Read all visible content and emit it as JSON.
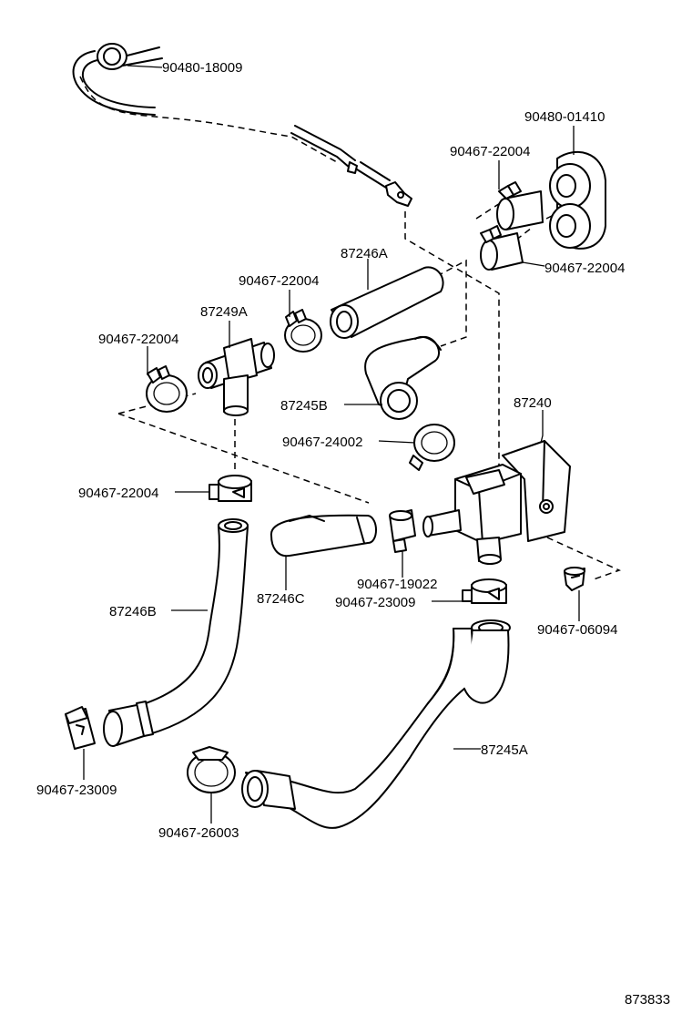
{
  "diagram_code": "873833",
  "callouts": [
    {
      "id": "c1",
      "text": "90480-18009"
    },
    {
      "id": "c2",
      "text": "90480-01410"
    },
    {
      "id": "c3",
      "text": "90467-22004"
    },
    {
      "id": "c4",
      "text": "90467-22004"
    },
    {
      "id": "c5",
      "text": "87246A"
    },
    {
      "id": "c6",
      "text": "90467-22004"
    },
    {
      "id": "c7",
      "text": "87249A"
    },
    {
      "id": "c8",
      "text": "90467-22004"
    },
    {
      "id": "c9",
      "text": "87245B"
    },
    {
      "id": "c10",
      "text": "87240"
    },
    {
      "id": "c11",
      "text": "90467-24002"
    },
    {
      "id": "c12",
      "text": "90467-22004"
    },
    {
      "id": "c13",
      "text": "90467-19022"
    },
    {
      "id": "c14",
      "text": "87246C"
    },
    {
      "id": "c15",
      "text": "90467-23009"
    },
    {
      "id": "c16",
      "text": "87246B"
    },
    {
      "id": "c17",
      "text": "90467-06094"
    },
    {
      "id": "c18",
      "text": "87245A"
    },
    {
      "id": "c19",
      "text": "90467-23009"
    },
    {
      "id": "c20",
      "text": "90467-26003"
    }
  ]
}
